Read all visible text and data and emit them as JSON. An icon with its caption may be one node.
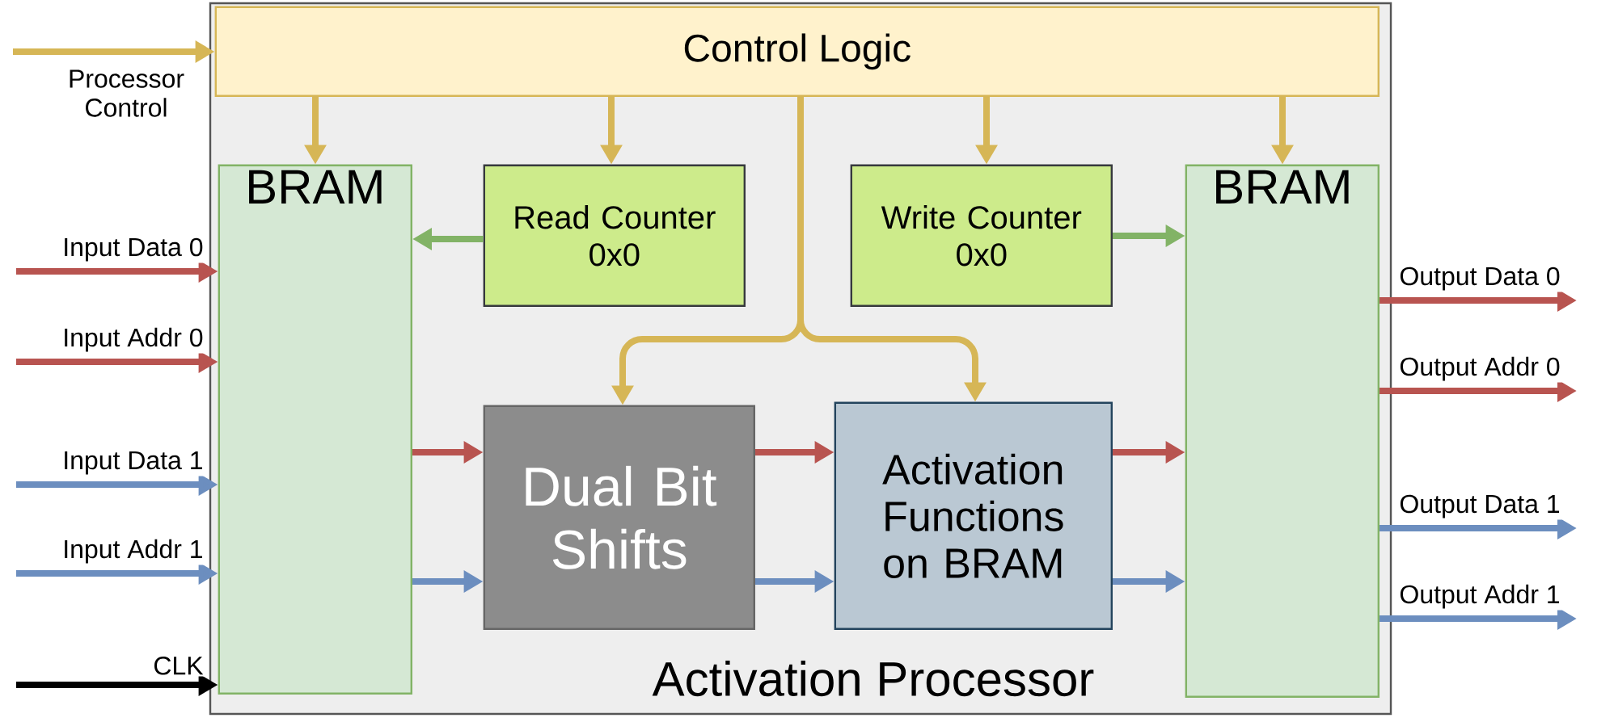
{
  "diagram": {
    "nodes": [
      {
        "text": [
          "Activation Processor"
        ]
      },
      {
        "text": [
          "Control Logic"
        ],
        "in": 0
      },
      {
        "text": [
          "BRAM"
        ],
        "in": 0
      },
      {
        "text": [
          "Read Counter",
          "0x0"
        ],
        "in": 0
      },
      {
        "text": [
          "Write Counter",
          "0x0"
        ],
        "in": 0
      },
      {
        "text": [
          "BRAM"
        ],
        "in": 0
      },
      {
        "text": [
          "Dual Bit Shifts"
        ],
        "in": 0
      },
      {
        "text": [
          "Activation Functions on BRAM"
        ],
        "in": 0
      }
    ],
    "edges": [
      {
        "from": null,
        "to": 1,
        "arrow": "to",
        "label": "Processor Control",
        "color": "#d6b656"
      },
      {
        "from": null,
        "to": 2,
        "arrow": "to",
        "label": "Input Data 0",
        "color": "#b85450"
      },
      {
        "from": null,
        "to": 2,
        "arrow": "to",
        "label": "Input Addr 0",
        "color": "#b85450"
      },
      {
        "from": null,
        "to": 2,
        "arrow": "to",
        "label": "Input Data 1",
        "color": "#6c8ebf"
      },
      {
        "from": null,
        "to": 2,
        "arrow": "to",
        "label": "Input Addr 1",
        "color": "#6c8ebf"
      },
      {
        "from": null,
        "to": 2,
        "arrow": "to",
        "label": "CLK",
        "color": "#000000"
      },
      {
        "from": 1,
        "to": 2,
        "arrow": "to",
        "color": "#d6b656"
      },
      {
        "from": 1,
        "to": 3,
        "arrow": "to",
        "color": "#d6b656"
      },
      {
        "from": 1,
        "to": 4,
        "arrow": "to",
        "color": "#d6b656"
      },
      {
        "from": 1,
        "to": 5,
        "arrow": "to",
        "color": "#d6b656"
      },
      {
        "from": 1,
        "to": 6,
        "arrow": "to",
        "color": "#d6b656"
      },
      {
        "from": 1,
        "to": 7,
        "arrow": "to",
        "color": "#d6b656"
      },
      {
        "from": 3,
        "to": 2,
        "arrow": "to",
        "color": "#82b366"
      },
      {
        "from": 4,
        "to": 5,
        "arrow": "to",
        "color": "#82b366"
      },
      {
        "from": 2,
        "to": 6,
        "arrow": "to",
        "color": "#b85450"
      },
      {
        "from": 2,
        "to": 6,
        "arrow": "to",
        "color": "#6c8ebf"
      },
      {
        "from": 6,
        "to": 7,
        "arrow": "to",
        "color": "#b85450"
      },
      {
        "from": 6,
        "to": 7,
        "arrow": "to",
        "color": "#6c8ebf"
      },
      {
        "from": 7,
        "to": 5,
        "arrow": "to",
        "color": "#b85450"
      },
      {
        "from": 7,
        "to": 5,
        "arrow": "to",
        "color": "#6c8ebf"
      },
      {
        "from": 5,
        "to": null,
        "arrow": "to",
        "label": "Output Data 0",
        "color": "#b85450"
      },
      {
        "from": 5,
        "to": null,
        "arrow": "to",
        "label": "Output Addr 0",
        "color": "#b85450"
      },
      {
        "from": 5,
        "to": null,
        "arrow": "to",
        "label": "Output Data 1",
        "color": "#6c8ebf"
      },
      {
        "from": 5,
        "to": null,
        "arrow": "to",
        "label": "Output Addr 1",
        "color": "#6c8ebf"
      }
    ]
  }
}
